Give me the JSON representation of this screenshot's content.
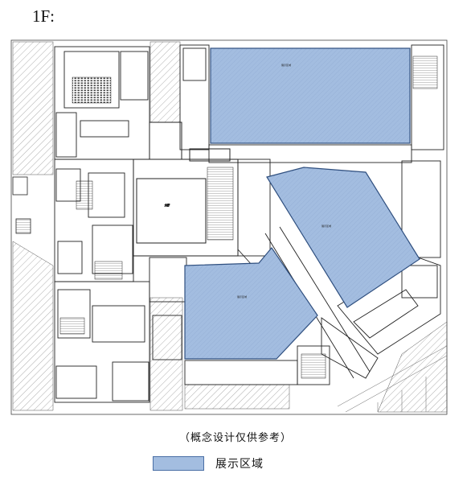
{
  "floor_label": "1F:",
  "note": "（概念设计仅供参考）",
  "legend": {
    "label": "展示区域",
    "swatch_color": "#a3bde0",
    "border_color": "#4a6fa5"
  },
  "colors": {
    "line": "#222222",
    "hatch": "#999999",
    "exhibit_fill": "#a3bde0",
    "exhibit_stroke": "#2f4f7f"
  }
}
